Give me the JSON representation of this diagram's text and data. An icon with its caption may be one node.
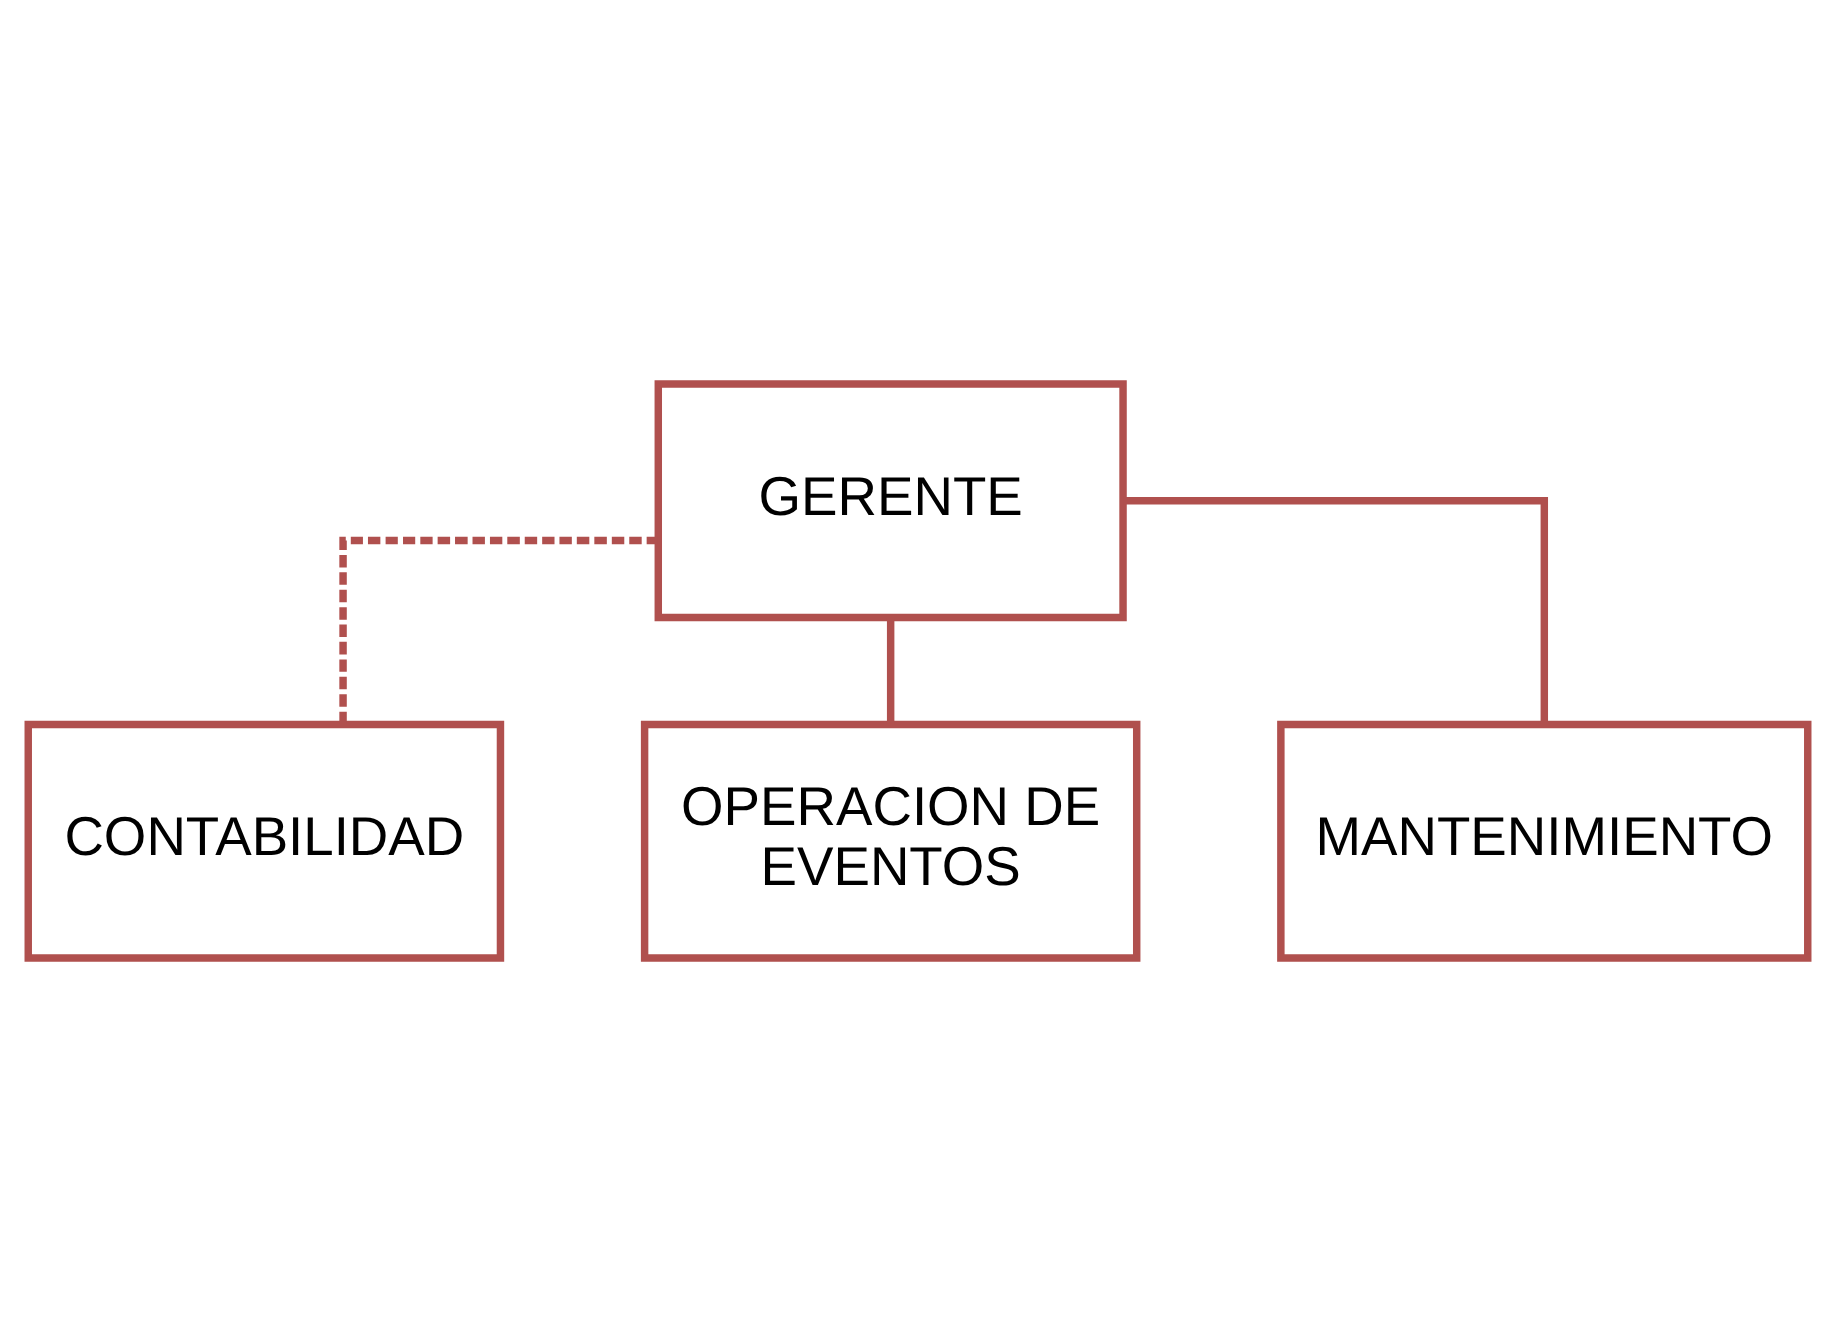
{
  "diagram": {
    "nodes": [
      {
        "text": [
          "GERENTE"
        ]
      },
      {
        "text": [
          "CONTABILIDAD"
        ]
      },
      {
        "text": [
          "OPERACION DE EVENTOS"
        ]
      },
      {
        "text": [
          "MANTENIMIENTO"
        ]
      }
    ],
    "edges": [
      {
        "from": 0,
        "to": 2,
        "arrow": "none"
      },
      {
        "from": 0,
        "to": 3,
        "arrow": "none"
      },
      {
        "from": 1,
        "to": 0,
        "arrow": "none",
        "style": "dashed"
      }
    ]
  }
}
